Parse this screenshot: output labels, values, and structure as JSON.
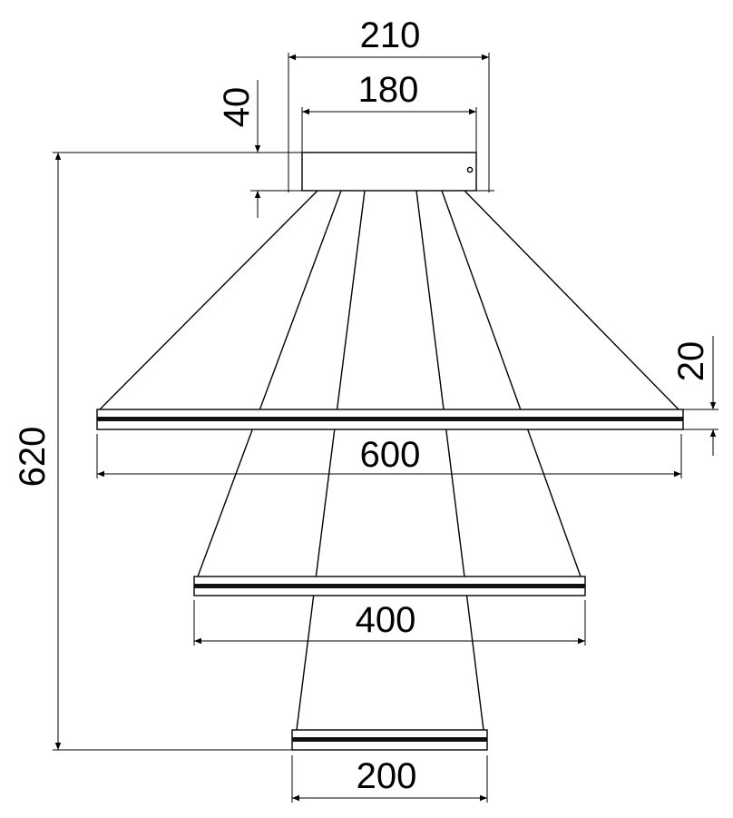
{
  "dimensions": {
    "canopy_outer_width": "210",
    "canopy_inner_width": "180",
    "canopy_height": "40",
    "ring_thickness": "20",
    "ring_large_diameter": "600",
    "ring_medium_diameter": "400",
    "ring_small_diameter": "200",
    "total_height": "620"
  },
  "colors": {
    "line": "#000000",
    "background": "#ffffff"
  }
}
